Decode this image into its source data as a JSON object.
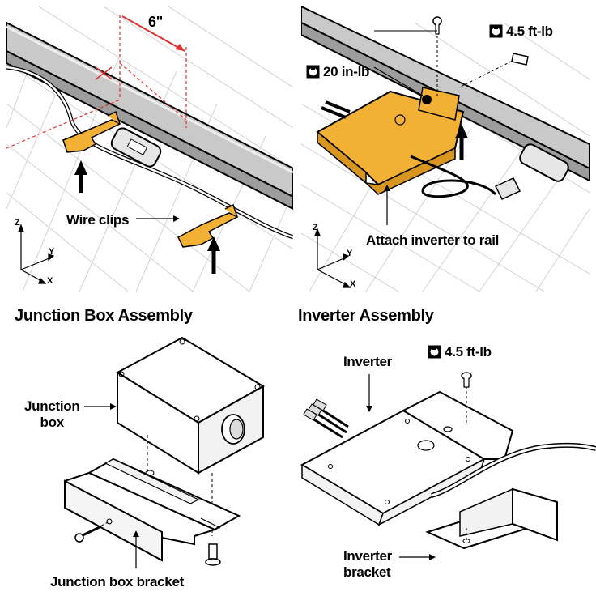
{
  "panels": {
    "wire_clips": {
      "distance_label": "6\"",
      "callout": "Wire clips",
      "axes": {
        "z": "Z",
        "y": "Y",
        "x": "X"
      }
    },
    "attach_inverter": {
      "torque_rail": "20 in-lb",
      "torque_bolt": "4.5 ft-lb",
      "callout": "Attach inverter to rail",
      "axes": {
        "z": "Z",
        "y": "Y",
        "x": "X"
      }
    },
    "junction_box": {
      "heading": "Junction Box Assembly",
      "box_label": "Junction\nbox",
      "bracket_label": "Junction box bracket"
    },
    "inverter_assembly": {
      "heading": "Inverter Assembly",
      "torque": "4.5 ft-lb",
      "inverter_label": "Inverter",
      "bracket_label": "Inverter\nbracket"
    }
  },
  "colors": {
    "part_highlight": "#f2b035",
    "rail_gray": "#c9c9c9",
    "guide_red": "#e03030",
    "line": "#000000",
    "roof_grid": "#cfcfcf"
  },
  "icons": [
    "torque-wrench-icon",
    "up-arrow-icon",
    "screw-icon",
    "bolt-icon"
  ]
}
